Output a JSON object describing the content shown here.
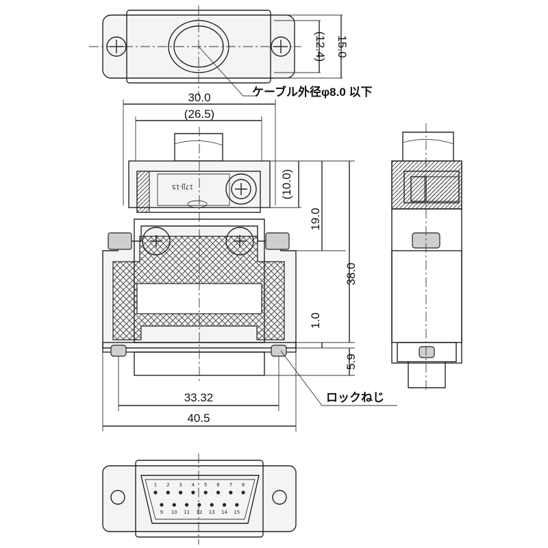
{
  "annotations": {
    "cable_od": "ケーブル外径φ8.0 以下",
    "lock_screw": "ロックねじ",
    "part_marking": "17JJ-15"
  },
  "dimensions": {
    "top_view_inner_height": "(12.4)",
    "top_view_height": "15.0",
    "overall_width_top": "30.0",
    "inner_width_top": "(26.5)",
    "clamp_height": "(10.0)",
    "upper_height": "19.0",
    "overall_height": "38.0",
    "flange_gap": "1.0",
    "lower_height": "5.9",
    "screw_pitch": "33.32",
    "overall_width": "40.5"
  },
  "pin_numbers": {
    "top_row": [
      "1",
      "2",
      "3",
      "4",
      "5",
      "6",
      "7",
      "8"
    ],
    "bottom_row": [
      "9",
      "10",
      "11",
      "12",
      "13",
      "14",
      "15"
    ]
  }
}
